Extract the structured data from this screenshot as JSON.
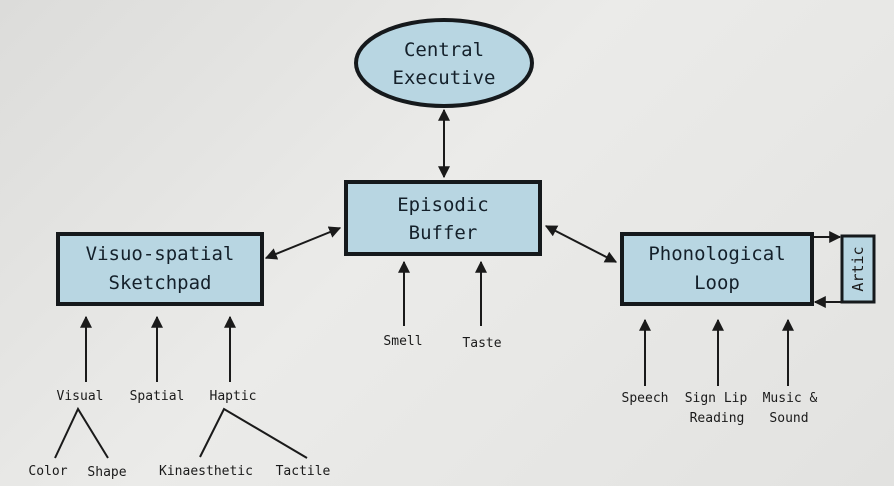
{
  "nodes": {
    "central_executive": [
      "Central",
      "Executive"
    ],
    "episodic_buffer": [
      "Episodic",
      "Buffer"
    ],
    "visuo_spatial": [
      "Visuo-spatial",
      "Sketchpad"
    ],
    "phonological_loop": [
      "Phonological",
      "Loop"
    ],
    "artic": "Artic"
  },
  "inputs": {
    "buffer": [
      "Smell",
      "Taste"
    ],
    "visuo": [
      "Visual",
      "Spatial",
      "Haptic"
    ],
    "visual_children": [
      "Color",
      "Shape"
    ],
    "haptic_children": [
      "Kinaesthetic",
      "Tactile"
    ],
    "phonological": {
      "speech": "Speech",
      "sign": [
        "Sign Lip",
        "Reading"
      ],
      "music": [
        "Music &",
        "Sound"
      ]
    }
  },
  "colors": {
    "box_fill": "#b8d6e2",
    "border": "#15191c"
  }
}
